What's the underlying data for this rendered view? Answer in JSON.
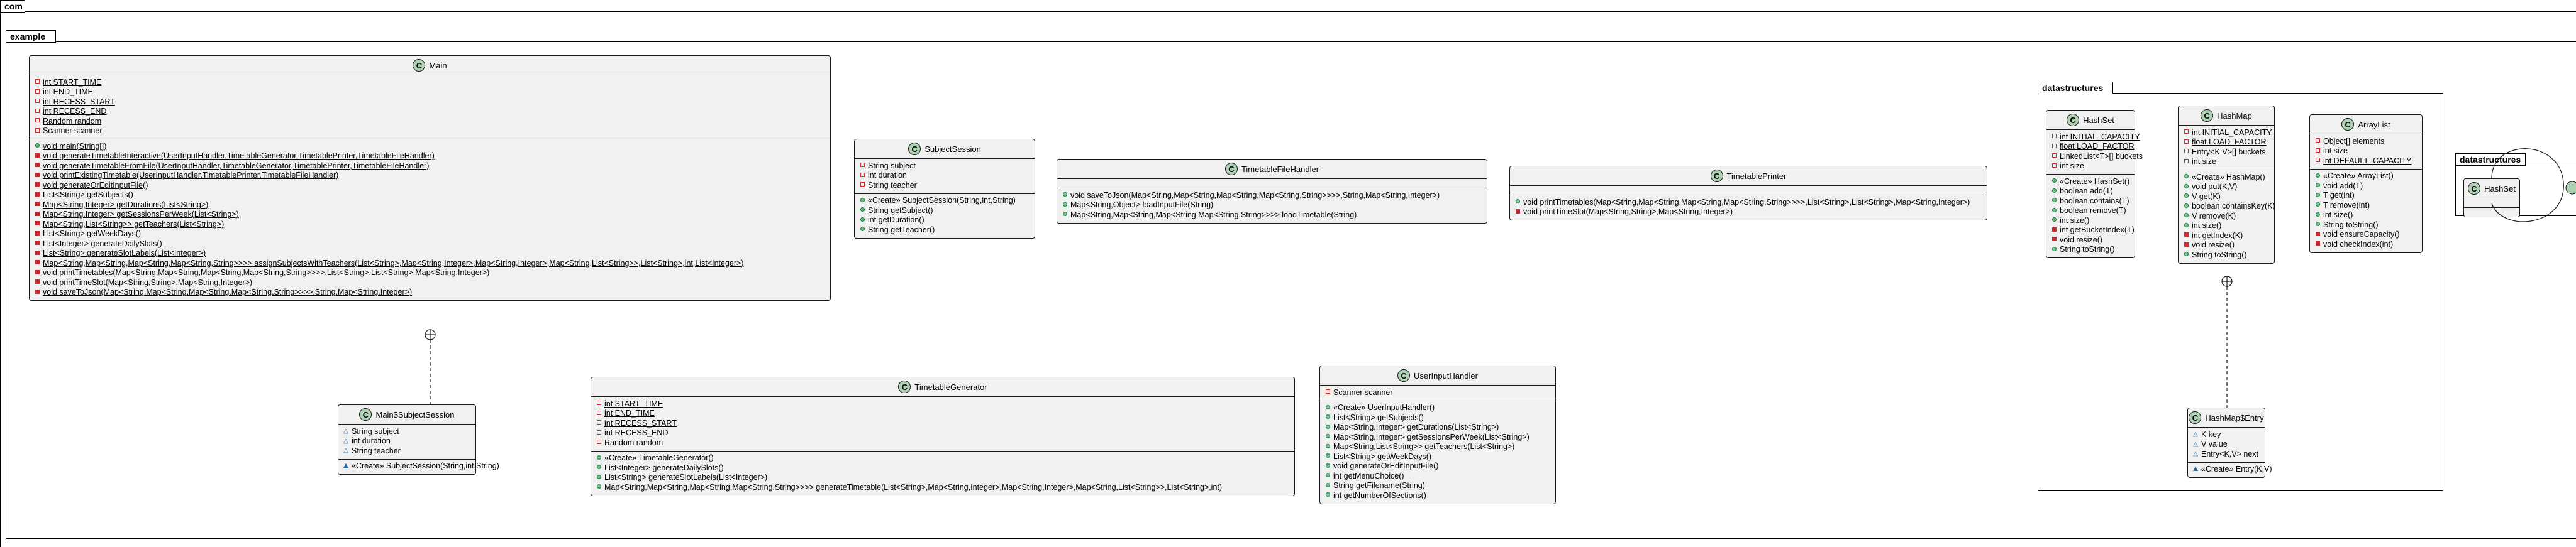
{
  "packages": {
    "root": "com",
    "example": "example",
    "datastructures": "datastructures",
    "datastructures_right": "datastructures"
  },
  "classes": {
    "main": {
      "name": "Main",
      "fields": [
        {
          "vis": "private",
          "static": true,
          "text": "int START_TIME"
        },
        {
          "vis": "private",
          "static": true,
          "text": "int END_TIME"
        },
        {
          "vis": "private",
          "static": true,
          "text": "int RECESS_START"
        },
        {
          "vis": "private",
          "static": true,
          "text": "int RECESS_END"
        },
        {
          "vis": "private",
          "static": true,
          "text": "Random random"
        },
        {
          "vis": "private",
          "static": true,
          "text": "Scanner scanner"
        }
      ],
      "methods": [
        {
          "vis": "public",
          "static": true,
          "text": "void main(String[])"
        },
        {
          "vis": "private",
          "static": true,
          "text": "void generateTimetableInteractive(UserInputHandler,TimetableGenerator,TimetablePrinter,TimetableFileHandler)"
        },
        {
          "vis": "private",
          "static": true,
          "text": "void generateTimetableFromFile(UserInputHandler,TimetableGenerator,TimetablePrinter,TimetableFileHandler)"
        },
        {
          "vis": "private",
          "static": true,
          "text": "void printExistingTimetable(UserInputHandler,TimetablePrinter,TimetableFileHandler)"
        },
        {
          "vis": "private",
          "static": true,
          "text": "void generateOrEditInputFile()"
        },
        {
          "vis": "private",
          "static": true,
          "text": "List<String> getSubjects()"
        },
        {
          "vis": "private",
          "static": true,
          "text": "Map<String,Integer> getDurations(List<String>)"
        },
        {
          "vis": "private",
          "static": true,
          "text": "Map<String,Integer> getSessionsPerWeek(List<String>)"
        },
        {
          "vis": "private",
          "static": true,
          "text": "Map<String,List<String>> getTeachers(List<String>)"
        },
        {
          "vis": "private",
          "static": true,
          "text": "List<String> getWeekDays()"
        },
        {
          "vis": "private",
          "static": true,
          "text": "List<Integer> generateDailySlots()"
        },
        {
          "vis": "private",
          "static": true,
          "text": "List<String> generateSlotLabels(List<Integer>)"
        },
        {
          "vis": "private",
          "static": true,
          "text": "Map<String,Map<String,Map<String,Map<String,String>>>> assignSubjectsWithTeachers(List<String>,Map<String,Integer>,Map<String,Integer>,Map<String,List<String>>,List<String>,int,List<Integer>)"
        },
        {
          "vis": "private",
          "static": true,
          "text": "void printTimetables(Map<String,Map<String,Map<String,Map<String,String>>>>,List<String>,List<String>,Map<String,Integer>)"
        },
        {
          "vis": "private",
          "static": true,
          "text": "void printTimeSlot(Map<String,String>,Map<String,Integer>)"
        },
        {
          "vis": "private",
          "static": true,
          "text": "void saveToJson(Map<String,Map<String,Map<String,Map<String,String>>>>,String,Map<String,Integer>)"
        }
      ]
    },
    "subject_session": {
      "name": "SubjectSession",
      "fields": [
        {
          "vis": "private",
          "text": "String subject"
        },
        {
          "vis": "private",
          "text": "int duration"
        },
        {
          "vis": "private",
          "text": "String teacher"
        }
      ],
      "methods": [
        {
          "vis": "public",
          "text": "«Create» SubjectSession(String,int,String)"
        },
        {
          "vis": "public",
          "text": "String getSubject()"
        },
        {
          "vis": "public",
          "text": "int getDuration()"
        },
        {
          "vis": "public",
          "text": "String getTeacher()"
        }
      ]
    },
    "file_handler": {
      "name": "TimetableFileHandler",
      "fields": [],
      "methods": [
        {
          "vis": "public",
          "text": "void saveToJson(Map<String,Map<String,Map<String,Map<String,String>>>>,String,Map<String,Integer>)"
        },
        {
          "vis": "public",
          "text": "Map<String,Object> loadInputFile(String)"
        },
        {
          "vis": "public",
          "text": "Map<String,Map<String,Map<String,Map<String,String>>>> loadTimetable(String)"
        }
      ]
    },
    "printer": {
      "name": "TimetablePrinter",
      "fields": [],
      "methods": [
        {
          "vis": "public",
          "text": "void printTimetables(Map<String,Map<String,Map<String,Map<String,String>>>>,List<String>,List<String>,Map<String,Integer>)"
        },
        {
          "vis": "private",
          "text": "void printTimeSlot(Map<String,String>,Map<String,Integer>)"
        }
      ]
    },
    "main_subject_session": {
      "name": "Main$SubjectSession",
      "fields": [
        {
          "vis": "package",
          "text": "String subject"
        },
        {
          "vis": "package",
          "text": "int duration"
        },
        {
          "vis": "package",
          "text": "String teacher"
        }
      ],
      "methods": [
        {
          "vis": "package",
          "text": "«Create» SubjectSession(String,int,String)"
        }
      ]
    },
    "generator": {
      "name": "TimetableGenerator",
      "fields": [
        {
          "vis": "private",
          "static": true,
          "text": "int START_TIME"
        },
        {
          "vis": "private",
          "static": true,
          "text": "int END_TIME"
        },
        {
          "vis": "private",
          "static": true,
          "text": "int RECESS_START"
        },
        {
          "vis": "private",
          "static": true,
          "text": "int RECESS_END"
        },
        {
          "vis": "private",
          "text": "Random random"
        }
      ],
      "methods": [
        {
          "vis": "public",
          "text": "«Create» TimetableGenerator()"
        },
        {
          "vis": "public",
          "text": "List<Integer> generateDailySlots()"
        },
        {
          "vis": "public",
          "text": "List<String> generateSlotLabels(List<Integer>)"
        },
        {
          "vis": "public",
          "text": "Map<String,Map<String,Map<String,Map<String,String>>>> generateTimetable(List<String>,Map<String,Integer>,Map<String,Integer>,Map<String,List<String>>,List<String>,int)"
        }
      ]
    },
    "input_handler": {
      "name": "UserInputHandler",
      "fields": [
        {
          "vis": "private",
          "text": "Scanner scanner"
        }
      ],
      "methods": [
        {
          "vis": "public",
          "text": "«Create» UserInputHandler()"
        },
        {
          "vis": "public",
          "text": "List<String> getSubjects()"
        },
        {
          "vis": "public",
          "text": "Map<String,Integer> getDurations(List<String>)"
        },
        {
          "vis": "public",
          "text": "Map<String,Integer> getSessionsPerWeek(List<String>)"
        },
        {
          "vis": "public",
          "text": "Map<String,List<String>> getTeachers(List<String>)"
        },
        {
          "vis": "public",
          "text": "List<String> getWeekDays()"
        },
        {
          "vis": "public",
          "text": "void generateOrEditInputFile()"
        },
        {
          "vis": "public",
          "text": "int getMenuChoice()"
        },
        {
          "vis": "public",
          "text": "String getFilename(String)"
        },
        {
          "vis": "public",
          "text": "int getNumberOfSections()"
        }
      ]
    },
    "hashset": {
      "name": "HashSet",
      "fields": [
        {
          "vis": "private",
          "static": true,
          "text": "int INITIAL_CAPACITY"
        },
        {
          "vis": "private",
          "static": true,
          "text": "float LOAD_FACTOR"
        },
        {
          "vis": "private",
          "text": "LinkedList<T>[] buckets"
        },
        {
          "vis": "private",
          "text": "int size"
        }
      ],
      "methods": [
        {
          "vis": "public",
          "text": "«Create» HashSet()"
        },
        {
          "vis": "public",
          "text": "boolean add(T)"
        },
        {
          "vis": "public",
          "text": "boolean contains(T)"
        },
        {
          "vis": "public",
          "text": "boolean remove(T)"
        },
        {
          "vis": "public",
          "text": "int size()"
        },
        {
          "vis": "private",
          "text": "int getBucketIndex(T)"
        },
        {
          "vis": "private",
          "text": "void resize()"
        },
        {
          "vis": "public",
          "text": "String toString()"
        }
      ]
    },
    "hashmap": {
      "name": "HashMap",
      "fields": [
        {
          "vis": "private",
          "static": true,
          "text": "int INITIAL_CAPACITY"
        },
        {
          "vis": "private",
          "static": true,
          "text": "float LOAD_FACTOR"
        },
        {
          "vis": "private",
          "text": "Entry<K,V>[] buckets"
        },
        {
          "vis": "private",
          "text": "int size"
        }
      ],
      "methods": [
        {
          "vis": "public",
          "text": "«Create» HashMap()"
        },
        {
          "vis": "public",
          "text": "void put(K,V)"
        },
        {
          "vis": "public",
          "text": "V get(K)"
        },
        {
          "vis": "public",
          "text": "boolean containsKey(K)"
        },
        {
          "vis": "public",
          "text": "V remove(K)"
        },
        {
          "vis": "public",
          "text": "int size()"
        },
        {
          "vis": "private",
          "text": "int getIndex(K)"
        },
        {
          "vis": "private",
          "text": "void resize()"
        },
        {
          "vis": "public",
          "text": "String toString()"
        }
      ]
    },
    "arraylist": {
      "name": "ArrayList",
      "fields": [
        {
          "vis": "private",
          "text": "Object[] elements"
        },
        {
          "vis": "private",
          "text": "int size"
        },
        {
          "vis": "private",
          "static": true,
          "text": "int DEFAULT_CAPACITY"
        }
      ],
      "methods": [
        {
          "vis": "public",
          "text": "«Create» ArrayList()"
        },
        {
          "vis": "public",
          "text": "void add(T)"
        },
        {
          "vis": "public",
          "text": "T get(int)"
        },
        {
          "vis": "public",
          "text": "T remove(int)"
        },
        {
          "vis": "public",
          "text": "int size()"
        },
        {
          "vis": "public",
          "text": "String toString()"
        },
        {
          "vis": "private",
          "text": "void ensureCapacity()"
        },
        {
          "vis": "private",
          "text": "void checkIndex(int)"
        }
      ]
    },
    "hashmap_entry": {
      "name": "HashMap$Entry",
      "fields": [
        {
          "vis": "package",
          "text": "K key"
        },
        {
          "vis": "package",
          "text": "V value"
        },
        {
          "vis": "package",
          "text": "Entry<K,V> next"
        }
      ],
      "methods": [
        {
          "vis": "package",
          "text": "«Create» Entry(K,V)"
        }
      ]
    },
    "hashset_small": {
      "name": "HashSet",
      "fields": [],
      "methods": []
    }
  },
  "colors": {
    "class_bg": "#f1f1f1",
    "class_icon": "#add1b2",
    "private_vis": "#c82930",
    "public_vis": "#038048",
    "package_vis": "#1963a0"
  }
}
